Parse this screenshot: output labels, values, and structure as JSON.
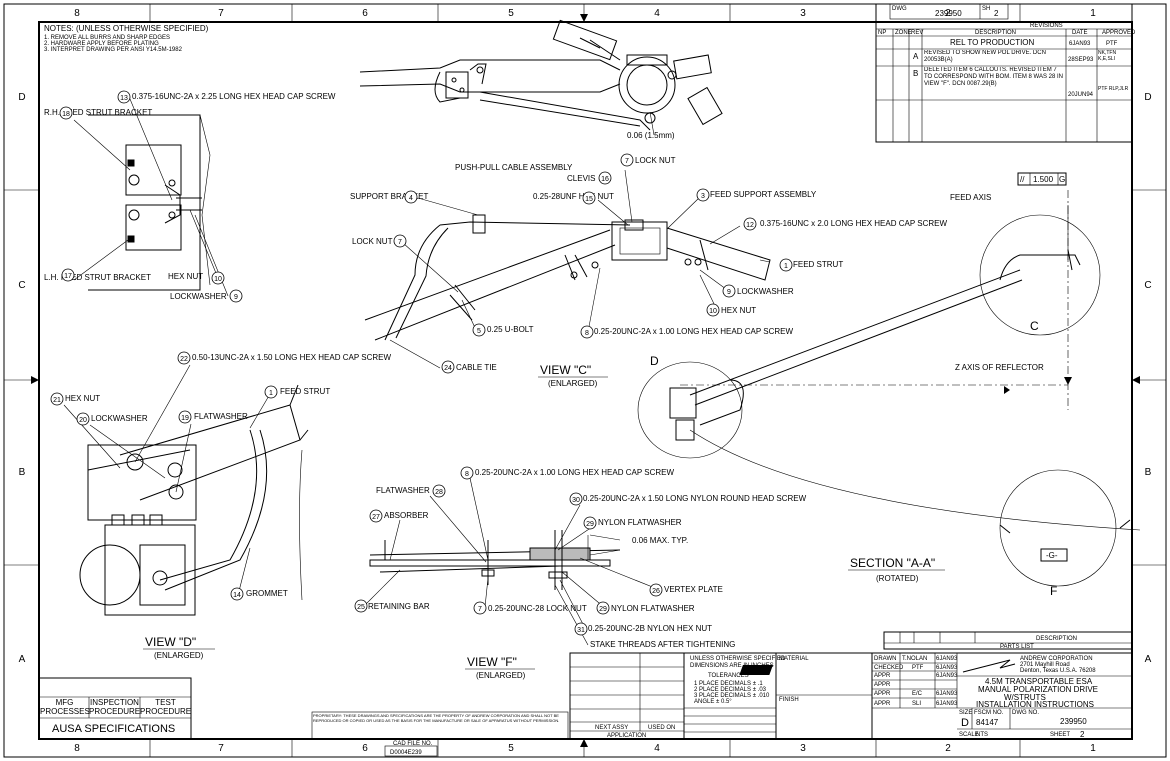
{
  "zones_top": [
    "8",
    "7",
    "6",
    "5",
    "4",
    "3",
    "2",
    "1"
  ],
  "zones_side": [
    "D",
    "C",
    "B",
    "A"
  ],
  "notes": {
    "title": "NOTES: (UNLESS OTHERWISE SPECIFIED)",
    "lines": [
      "1. REMOVE ALL BURRS AND SHARP EDGES",
      "2. HARDWARE APPLY BEFORE PLATING",
      "3. INTERPRET DRAWING PER ANSI Y14.5M-1982"
    ]
  },
  "revisions": {
    "dwg_no": "239950",
    "sheet": "2",
    "title": "REVISIONS",
    "headers": [
      "NP",
      "ZONE",
      "REV",
      "DESCRIPTION",
      "DATE",
      "APPROVED"
    ],
    "rows": [
      {
        "rev": "",
        "desc": "REL TO PRODUCTION",
        "date": "6JAN93",
        "appr": "PTF"
      },
      {
        "rev": "A",
        "desc": "REVISED TO SHOW NEW POL DRIVE. DCN 20053B(A)",
        "date": "28SEP93",
        "appr": "NK,TFN K,E,SLI"
      },
      {
        "rev": "B",
        "desc": "DELETED ITEM 6 CALLOUTS. REVISED ITEM 7 TO CORRESPOND WITH BOM. ITEM 8 WAS 28 IN VIEW \"F\". DCN 0087.29(B)",
        "date": "20JUN94",
        "appr": "PTF RLP,JLR"
      }
    ]
  },
  "callouts": {
    "c1": "0.375-16UNC-2A x 2.25 LONG HEX HEAD CAP SCREW",
    "c2": "R.H. FEED STRUT BRACKET",
    "c3": "L.H. FEED STRUT BRACKET",
    "c4": "HEX NUT",
    "c5": "LOCKWASHER",
    "c6": "PUSH-PULL CABLE ASSEMBLY",
    "c7": "SUPPORT BRACKET",
    "c8": "0.25-28UNF HEX NUT",
    "c9": "CLEVIS",
    "c10": "LOCK NUT",
    "c11": "FEED SUPPORT ASSEMBLY",
    "c12": "0.375-16UNC x 2.0 LONG HEX HEAD CAP SCREW",
    "c13": "FEED STRUT",
    "c14": "LOCKWASHER",
    "c15": "HEX NUT",
    "c16": "0.25-20UNC-2A x 1.00 LONG HEX HEAD CAP SCREW",
    "c17": "0.25 U-BOLT",
    "c18": "CABLE TIE",
    "c19": "LOCK NUT",
    "c20": "0.06 (1.5mm)",
    "c21": "FEED AXIS",
    "c22": "Z AXIS OF REFLECTOR",
    "c23": "0.50-13UNC-2A x 1.50 LONG HEX HEAD CAP SCREW",
    "c24": "FEED STRUT",
    "c25": "HEX NUT",
    "c26": "LOCKWASHER",
    "c27": "FLATWASHER",
    "c28": "GROMMET",
    "c29": "0.25-20UNC-2A x 1.00 LONG HEX HEAD CAP SCREW",
    "c30": "FLATWASHER",
    "c31": "ABSORBER",
    "c32": "0.25-20UNC-2A x 1.50 LONG NYLON ROUND HEAD SCREW",
    "c33": "NYLON FLATWASHER",
    "c34": "0.06 MAX. TYP.",
    "c35": "VERTEX PLATE",
    "c36": "RETAINING BAR",
    "c37": "0.25-20UNC-28 LOCK NUT",
    "c38": "NYLON FLATWASHER",
    "c39": "0.25-20UNC-2B NYLON HEX NUT",
    "c40": "STAKE THREADS AFTER TIGHTENING"
  },
  "balloons": [
    "13",
    "18",
    "17",
    "10",
    "9",
    "4",
    "7",
    "16",
    "15",
    "3",
    "12",
    "1",
    "7",
    "9",
    "10",
    "5",
    "8",
    "24",
    "22",
    "21",
    "20",
    "19",
    "1",
    "14",
    "8",
    "28",
    "27",
    "30",
    "29",
    "26",
    "25",
    "7",
    "31",
    "29"
  ],
  "gdt": {
    "sym": "//",
    "tol": "1.500",
    "datum": "G"
  },
  "datum_g": "-G-",
  "views": {
    "c_title": "VIEW \"C\"",
    "c_sub": "(ENLARGED)",
    "d_title": "VIEW \"D\"",
    "d_sub": "(ENLARGED)",
    "f_title": "VIEW \"F\"",
    "f_sub": "(ENLARGED)",
    "a_title": "SECTION \"A-A\"",
    "a_sub": "(ROTATED)"
  },
  "letters": {
    "c": "C",
    "d": "D",
    "f": "F"
  },
  "process_table": {
    "cols": [
      "MFG PROCESSES",
      "INSPECTION PROCEDURES",
      "TEST PROCEDURES"
    ],
    "footer": "AUSA SPECIFICATIONS"
  },
  "cad_file": {
    "label": "CAD FILE NO.",
    "value": "D0004E239"
  },
  "parts_list": {
    "title": "PARTS LIST",
    "desc": "DESCRIPTION"
  },
  "tolerances": {
    "line1": "UNLESS OTHERWISE SPECIFIED",
    "line2": "DIMENSIONS ARE IN INCHES",
    "title": "TOLERANCES",
    "items": [
      "1 PLACE DECIMALS ± .1",
      "2 PLACE DECIMALS ± .03",
      "3 PLACE DECIMALS ± .010",
      "ANGLE ± 0.5°"
    ],
    "material": "MATERIAL",
    "finish": "FINISH"
  },
  "application": {
    "next": "NEXT ASSY",
    "used": "USED ON",
    "title": "APPLICATION"
  },
  "approvals": [
    {
      "role": "DRAWN",
      "name": "T.NOLAN",
      "date": "6JAN93"
    },
    {
      "role": "CHECKED",
      "name": "PTF",
      "date": "6JAN93"
    },
    {
      "role": "APPR",
      "name": "",
      "date": "6JAN93"
    },
    {
      "role": "APPR",
      "name": "",
      "date": ""
    },
    {
      "role": "APPR",
      "name": "E/C",
      "date": "6JAN93"
    },
    {
      "role": "APPR",
      "name": "SLI",
      "date": "6JAN93"
    }
  ],
  "company": {
    "name": "ANDREW",
    "line1": "ANDREW CORPORATION",
    "line2": "2701 Mayhill Road",
    "line3": "Denton, Texas U.S.A. 76208"
  },
  "title_block": {
    "l1": "4.5M TRANSPORTABLE ESA",
    "l2": "MANUAL POLARIZATION DRIVE",
    "l3": "W/STRUTS",
    "l4": "INSTALLATION INSTRUCTIONS",
    "size": "D",
    "fscm": "84147",
    "dwg": "239950",
    "scale": "NTS",
    "sheet_label": "SHEET",
    "sheet": "2"
  },
  "proprietary": "PROPRIETARY: THESE DRAWINGS AND SPECIFICATIONS ARE THE PROPERTY OF ANDREW CORPORATION AND SHALL NOT BE REPRODUCED OR COPIED OR USED AS THE BASIS FOR THE MANUFACTURE OR SALE OF APPARATUS WITHOUT PERMISSION."
}
